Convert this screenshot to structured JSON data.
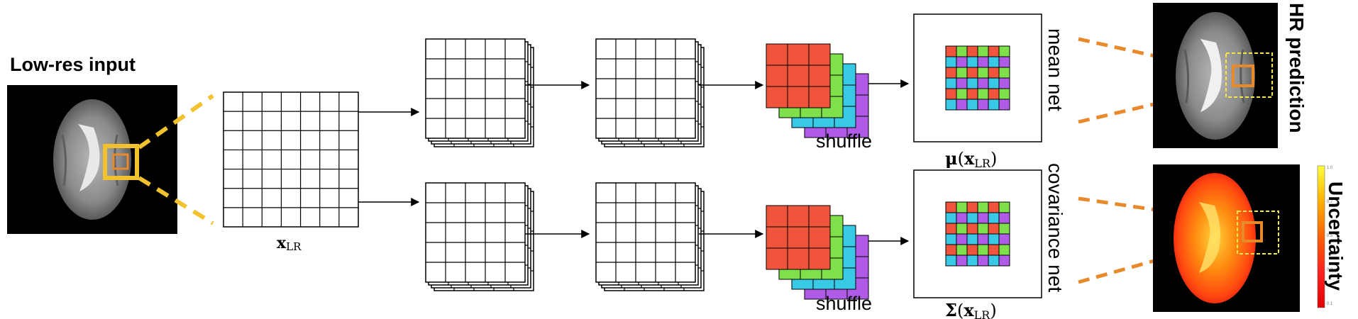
{
  "input": {
    "title": "Low-res input"
  },
  "grid_label": {
    "bold": "x",
    "sub": "LR"
  },
  "branches": [
    {
      "shuffle_label": "shuffle",
      "net_label": "mean net",
      "output_label": {
        "prefix": "μ",
        "bold": "x",
        "sub": "LR"
      },
      "result_title": "HR prediction"
    },
    {
      "shuffle_label": "shuffle",
      "net_label": "covariance net",
      "output_label": {
        "prefix": "Σ",
        "bold": "x",
        "sub": "LR"
      },
      "result_title": "Uncertainty"
    }
  ],
  "colorbar": {
    "ticks": [
      "1.0",
      "0.7",
      "0.5",
      "0.3",
      "0.1"
    ]
  },
  "colors": {
    "shuffle_layers": [
      "#f0543c",
      "#7ee04a",
      "#39c9e6",
      "#b05be8"
    ],
    "zoom_box_yellow": "#f2c12e",
    "zoom_box_orange": "#e8892c",
    "highlight_box": "#f7e64a",
    "colorbar_gradient": [
      "#ffff40",
      "#ffb000",
      "#ff6000",
      "#ff2020",
      "#e00000"
    ]
  }
}
